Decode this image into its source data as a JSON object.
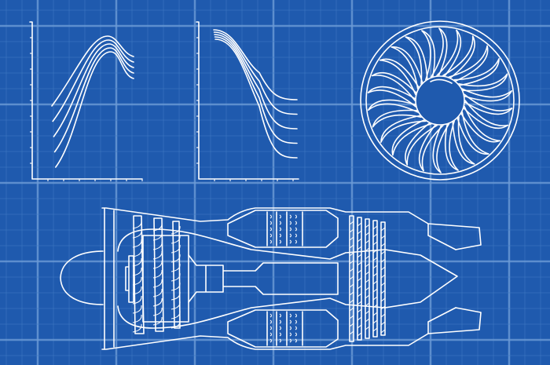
{
  "colors": {
    "background": "#1f5aae",
    "grid_minor": "#3f7ac4",
    "grid_major": "#6d9bd6",
    "lines": "#ffffff"
  },
  "icons": [
    "jet-engine-blueprint",
    "fan-front-view",
    "curve-plot-rising",
    "curve-plot-falling"
  ]
}
